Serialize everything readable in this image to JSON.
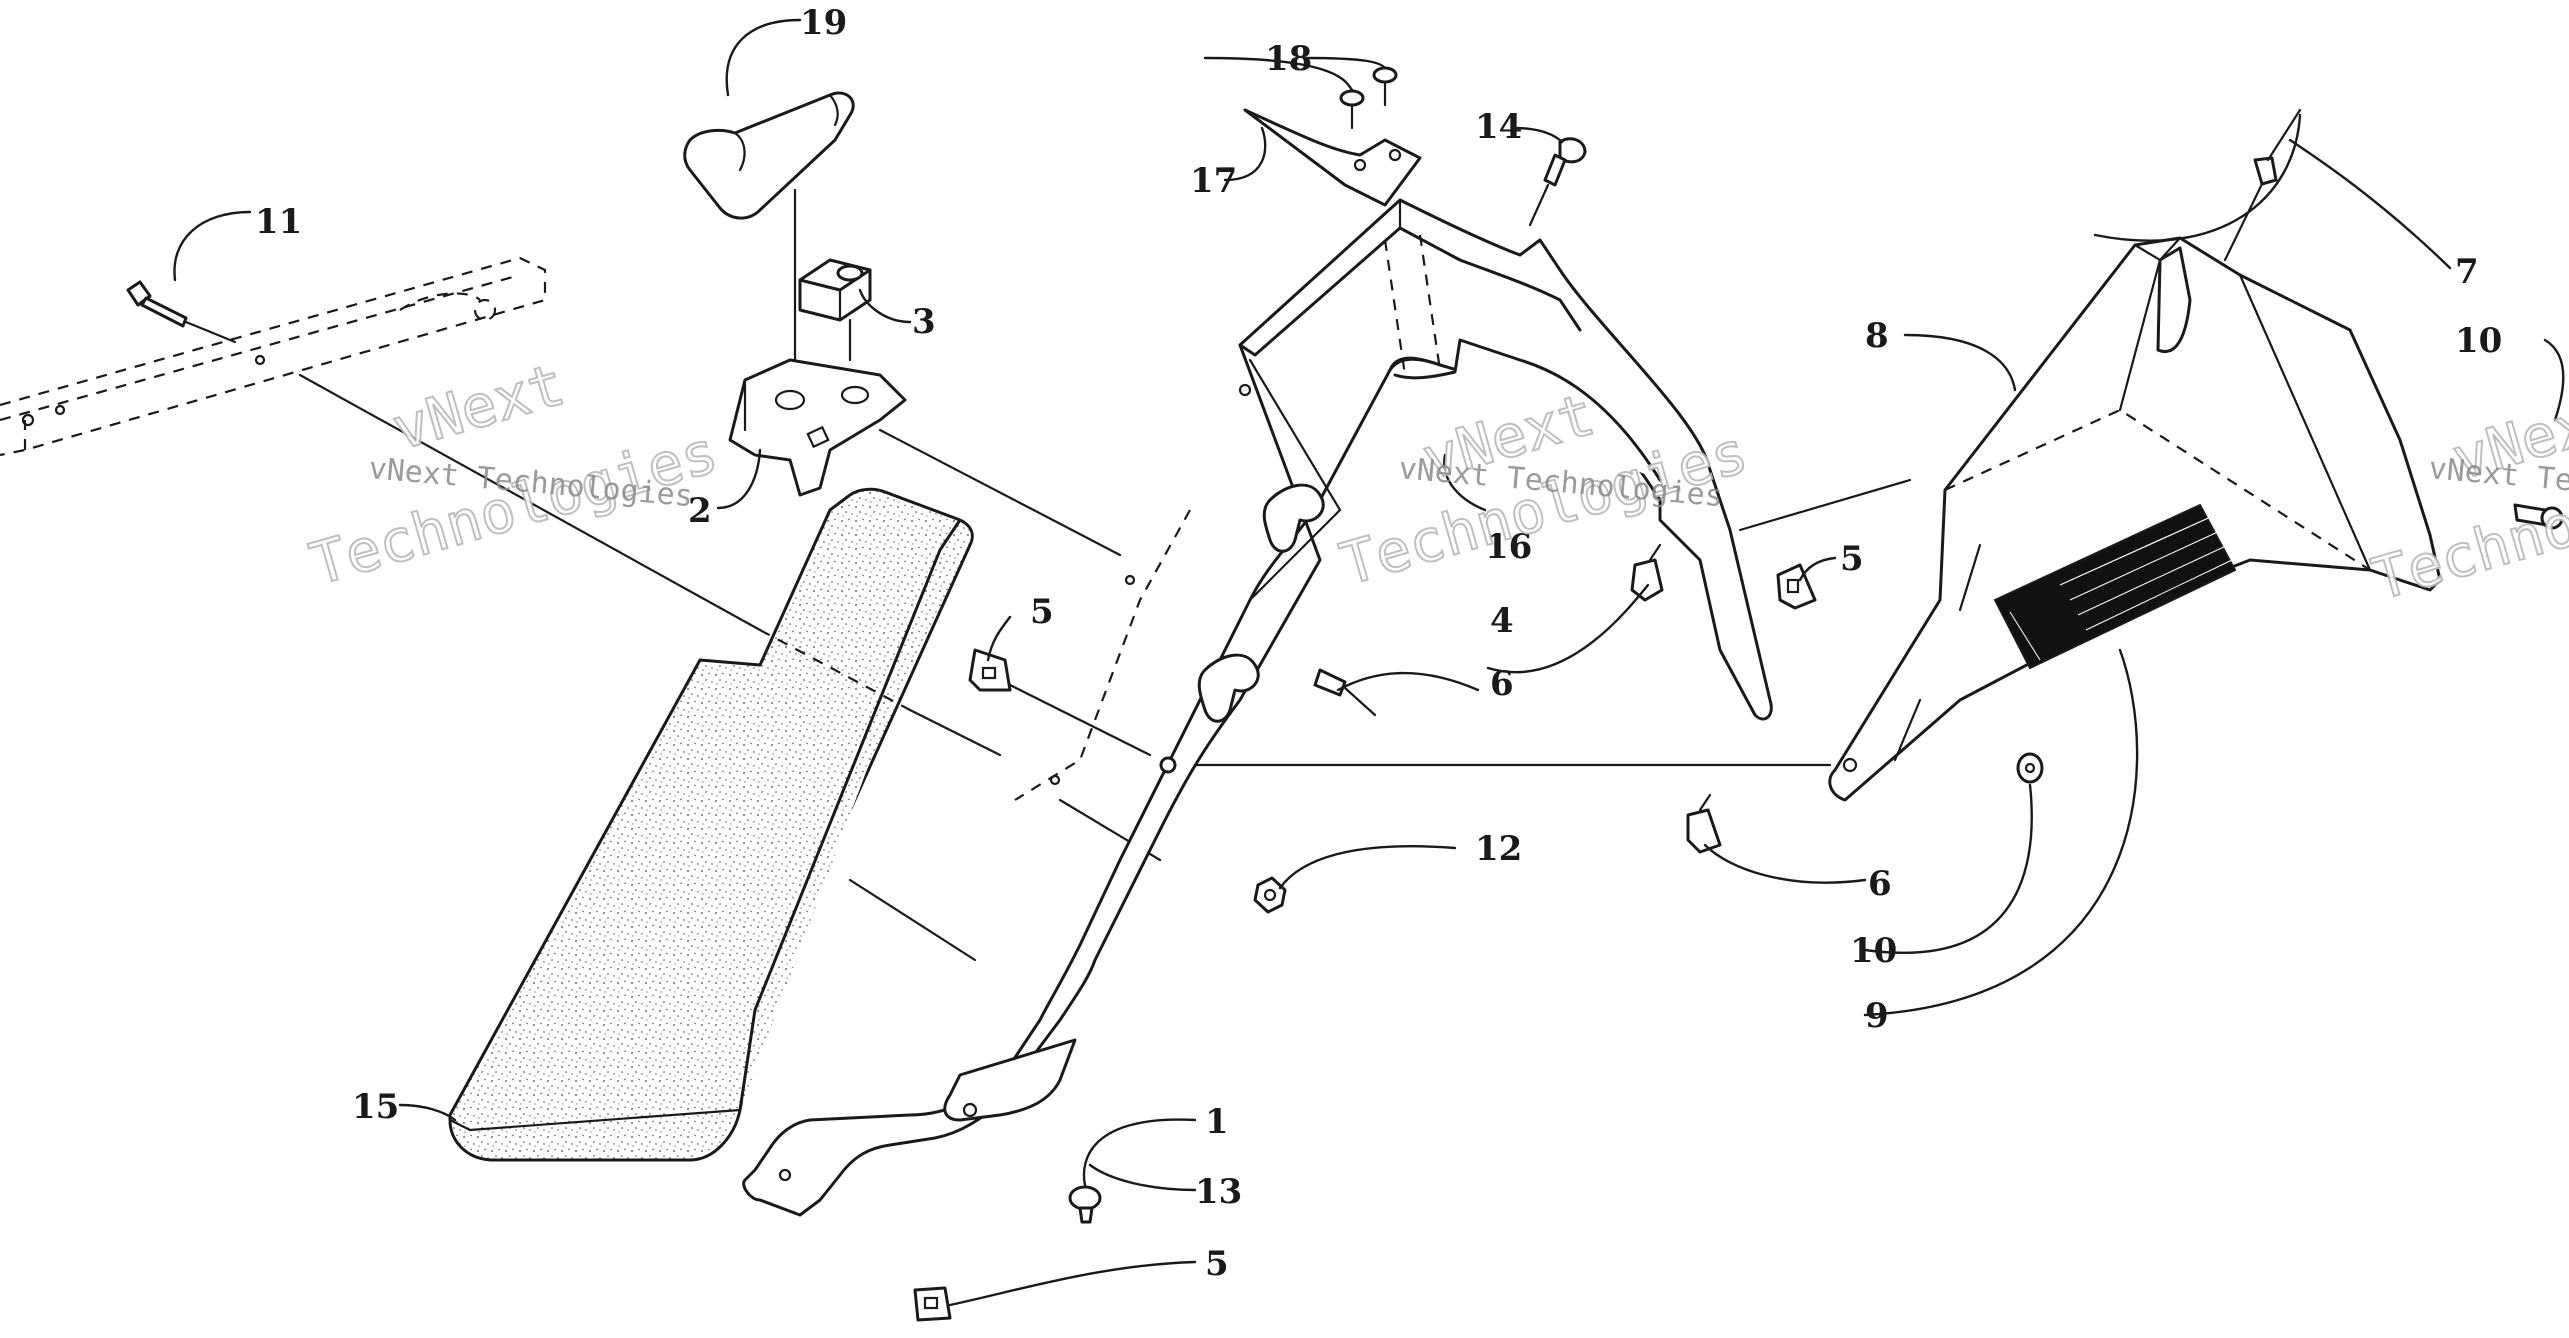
{
  "watermark": {
    "brand_line1": "vNext",
    "brand_line2": "Technologies",
    "caption": "vNext Technologies",
    "caption_right": "vNext Tec"
  },
  "callouts": {
    "c1": "1",
    "c2": "2",
    "c3": "3",
    "c4": "4",
    "c5a": "5",
    "c5b": "5",
    "c5c": "5",
    "c6a": "6",
    "c6b": "6",
    "c7": "7",
    "c8": "8",
    "c9": "9",
    "c10a": "10",
    "c10b": "10",
    "c11": "11",
    "c12": "12",
    "c13": "13",
    "c14": "14",
    "c15": "15",
    "c16": "16",
    "c17": "17",
    "c18": "18",
    "c19": "19"
  }
}
